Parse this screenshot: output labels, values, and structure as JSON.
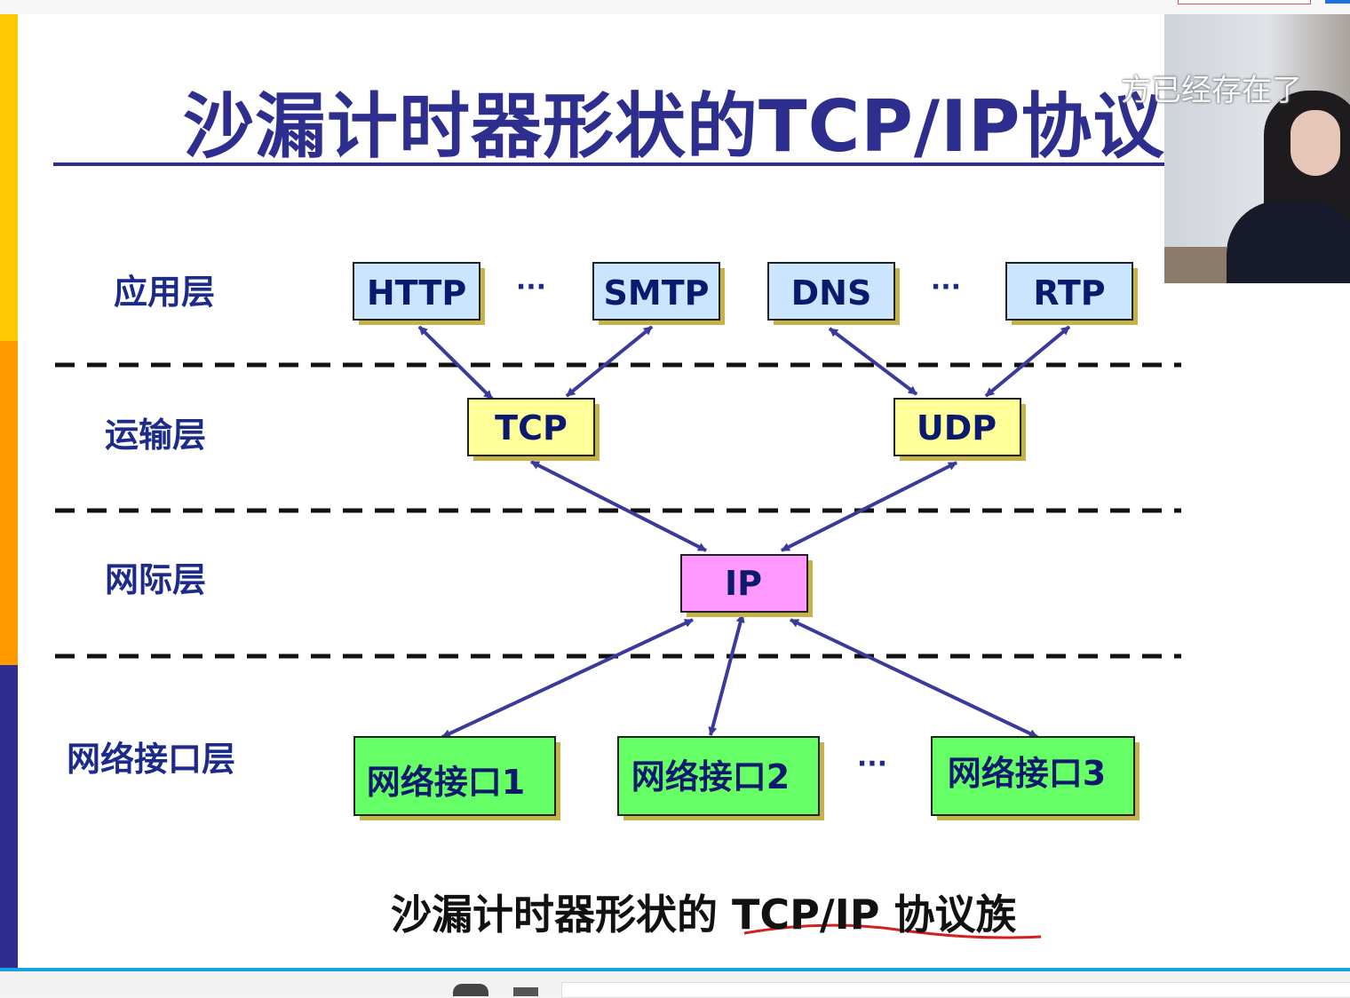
{
  "slide": {
    "title": "沙漏计时器形状的TCP/IP协议族",
    "caption": "沙漏计时器形状的 TCP/IP 协议族"
  },
  "colors": {
    "title": "#2e2e8f",
    "app_box": "#cce5ff",
    "transport_box": "#ffff99",
    "ip_box": "#ff99ff",
    "netif_box": "#66ff66",
    "arrow": "#3a3a9a",
    "stripe_yellow": "#ffc800",
    "stripe_orange": "#ff9a00",
    "stripe_blue": "#2e2e8f",
    "caption_underline": "#d02020"
  },
  "layers": [
    "应用层",
    "运输层",
    "网际层",
    "网络接口层"
  ],
  "protocols": {
    "http": "HTTP",
    "smtp": "SMTP",
    "dns": "DNS",
    "rtp": "RTP",
    "tcp": "TCP",
    "udp": "UDP",
    "ip": "IP",
    "netif1": "网络接口1",
    "netif2": "网络接口2",
    "netif3": "网络接口3"
  },
  "ellipsis": "···",
  "video": {
    "subtitle": "方已经存在了"
  }
}
